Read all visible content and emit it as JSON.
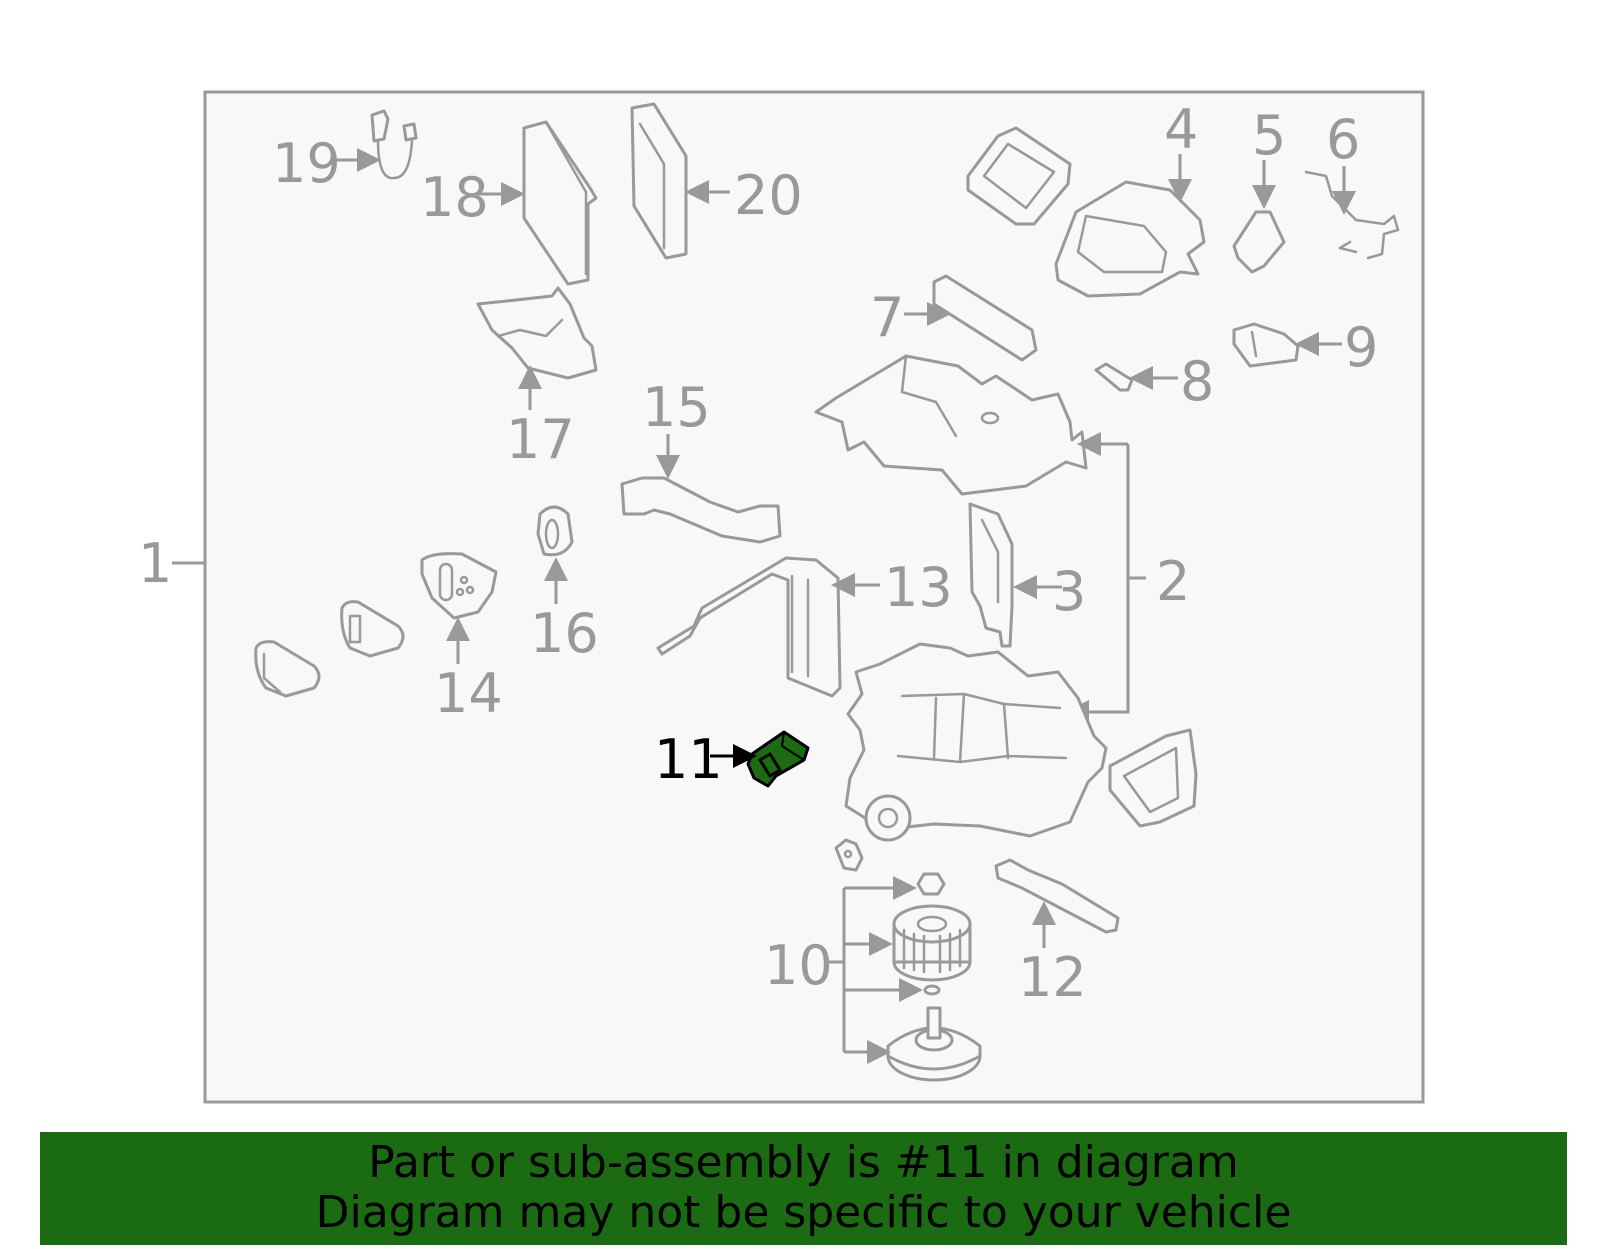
{
  "diagram": {
    "frame_color": "#999999",
    "highlight_color": "#1a6b12",
    "highlighted_part": "11",
    "callouts": [
      "1",
      "2",
      "3",
      "4",
      "5",
      "6",
      "7",
      "8",
      "9",
      "10",
      "11",
      "12",
      "13",
      "14",
      "15",
      "16",
      "17",
      "18",
      "19",
      "20"
    ]
  },
  "banner": {
    "line1": "Part or sub-assembly is #11 in diagram",
    "line2": "Diagram may not be specific to your vehicle",
    "background": "#1a6b12"
  }
}
